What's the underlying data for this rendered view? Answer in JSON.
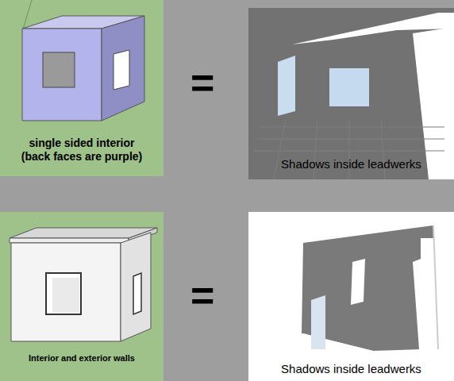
{
  "diagram": {
    "nodes": [
      {
        "text": [
          "single sided interior (back faces are purple)"
        ]
      },
      {
        "text": [
          "Shadows inside leadwerks"
        ]
      },
      {
        "text": [
          "Interior and exterior walls"
        ]
      },
      {
        "text": [
          "Shadows inside leadwerks"
        ]
      }
    ],
    "labels": [
      "=",
      "="
    ]
  }
}
